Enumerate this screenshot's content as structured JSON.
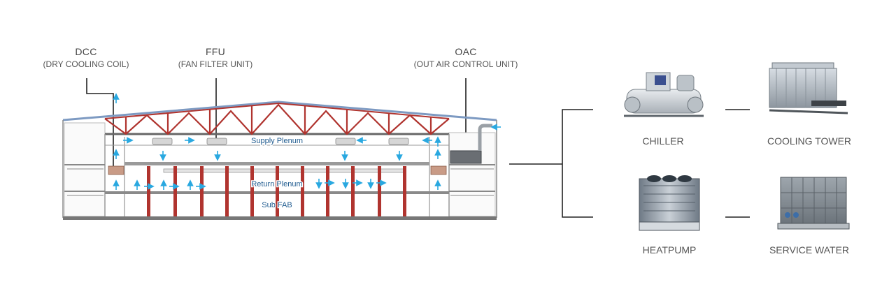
{
  "callouts": {
    "dcc": {
      "title": "DCC",
      "subtitle": "(DRY COOLING COIL)"
    },
    "ffu": {
      "title": "FFU",
      "subtitle": "(FAN FILTER UNIT)"
    },
    "oac": {
      "title": "OAC",
      "subtitle": "(OUT AIR CONTROL UNIT)"
    }
  },
  "zones": {
    "supply": "Supply Plenum",
    "return": "Return Plenum",
    "subfab": "Sub FAB"
  },
  "equipment": {
    "chiller": "CHILLER",
    "cooling_tower": "COOLING TOWER",
    "heatpump": "HEATPUMP",
    "service_water": "SERVICE WATER"
  },
  "colors": {
    "truss": "#b0342f",
    "roof": "#7d9ac2",
    "airflow": "#29a8e0",
    "structure": "#8a8a8a"
  }
}
